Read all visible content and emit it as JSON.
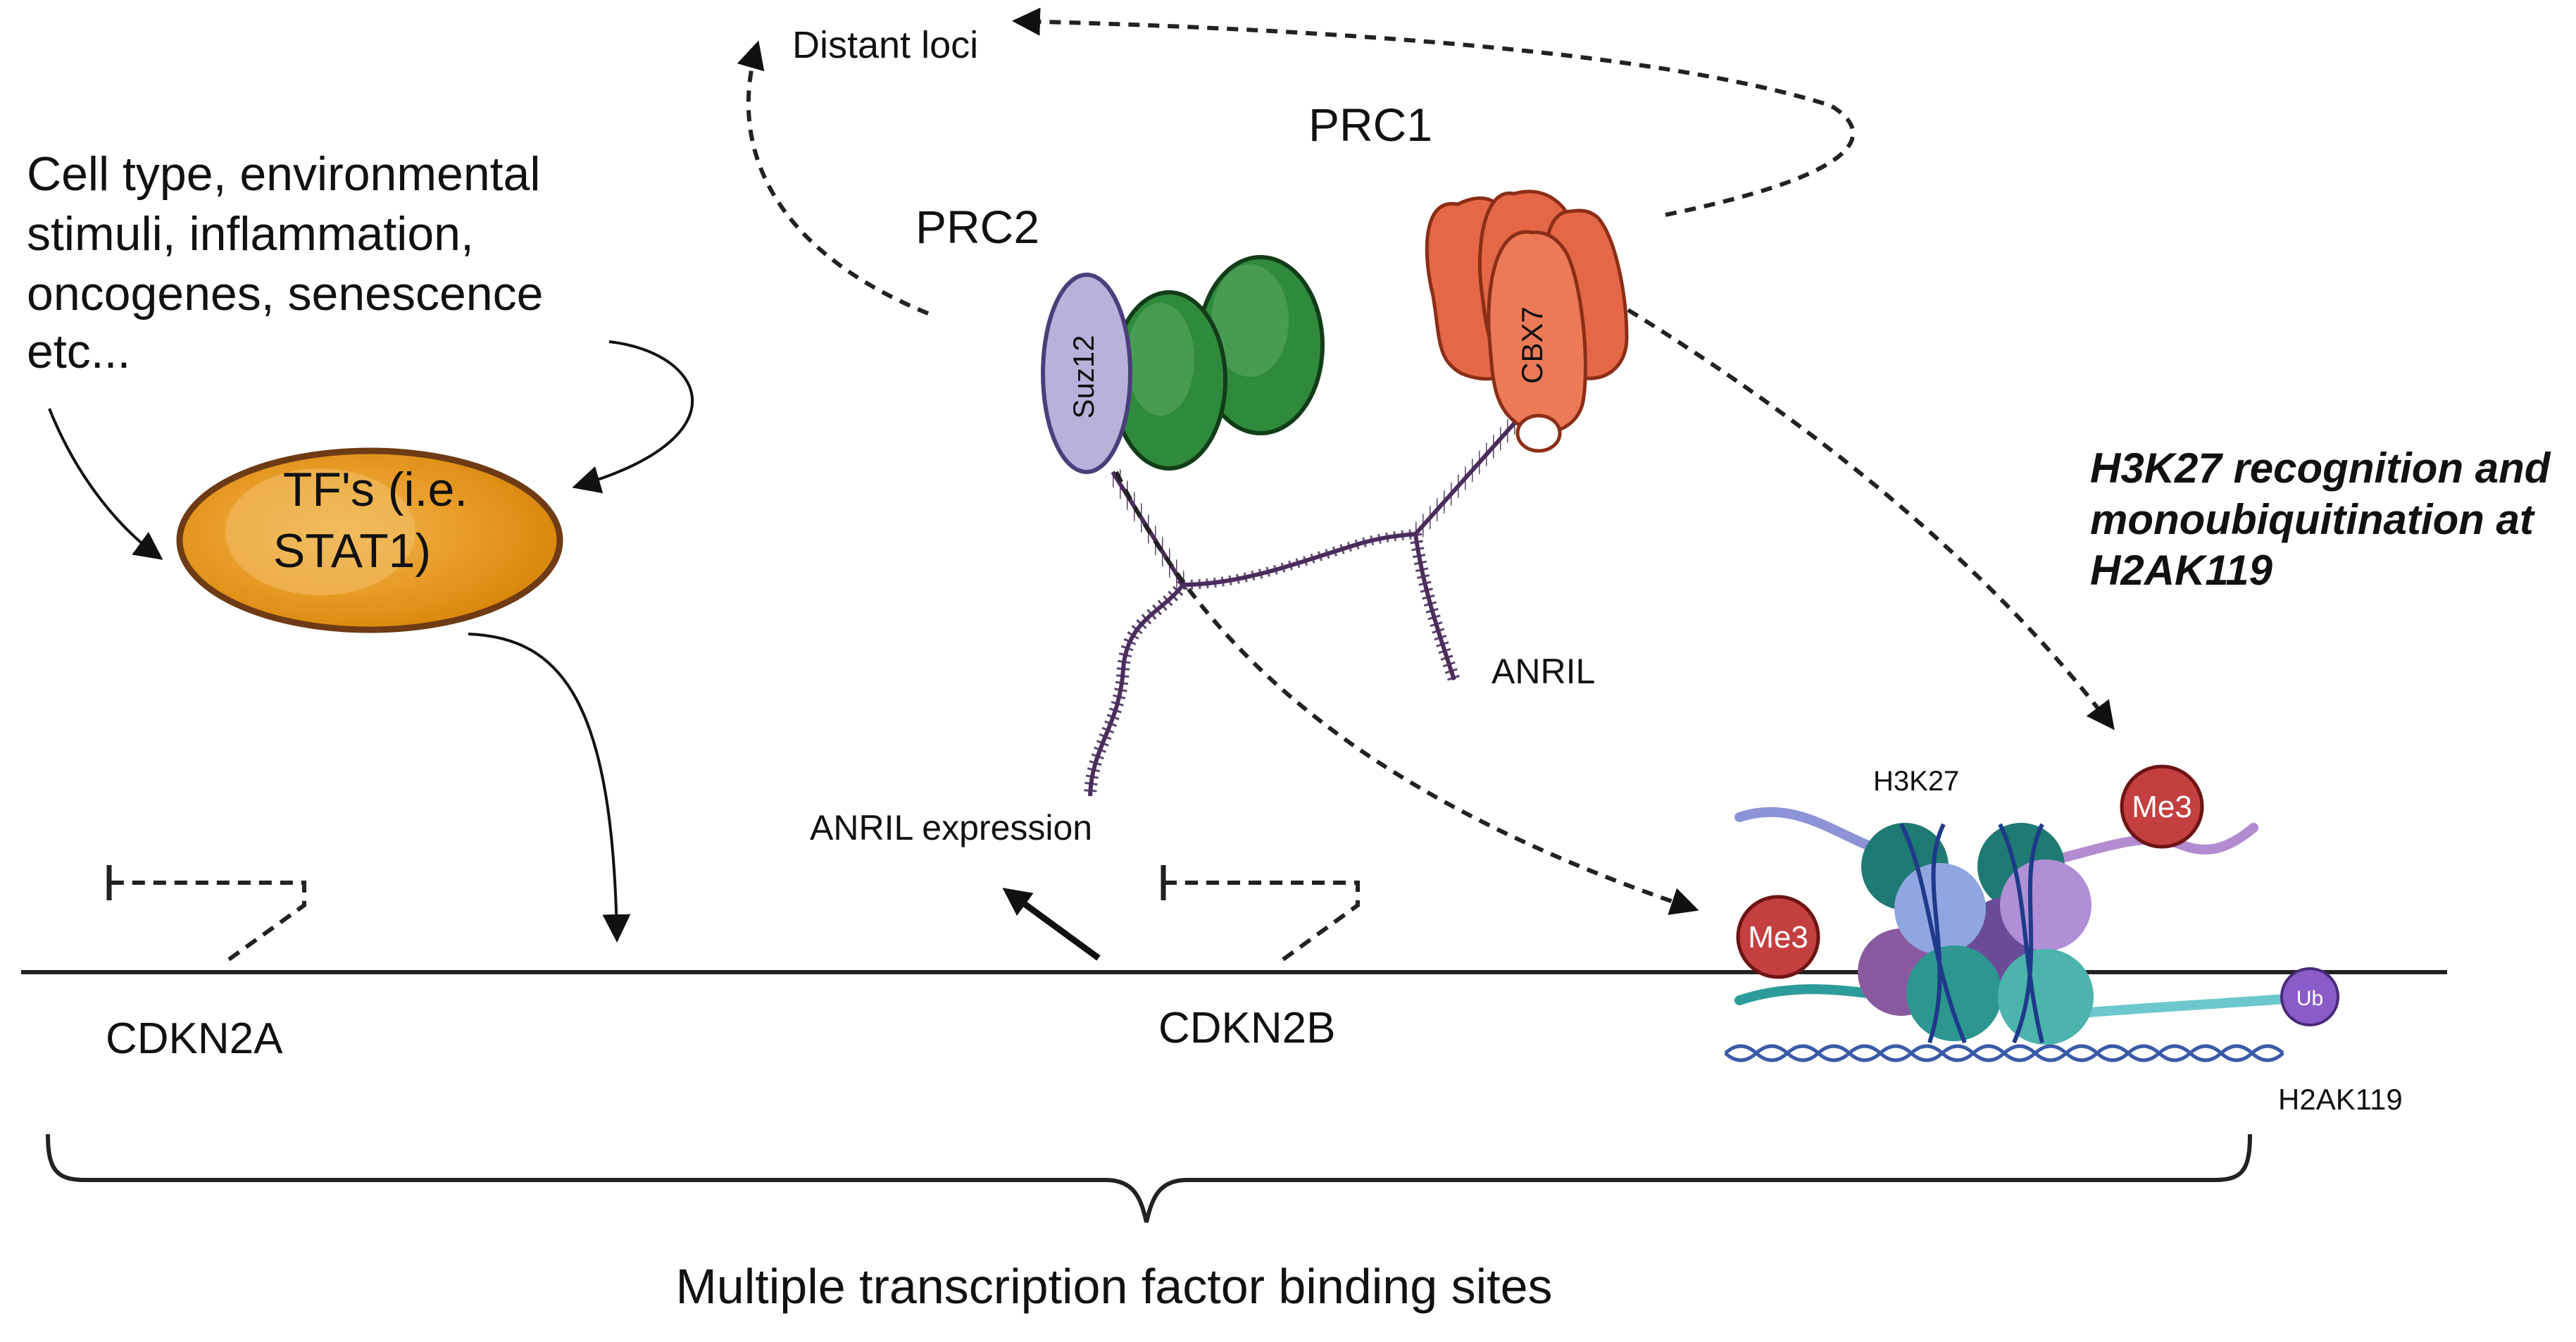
{
  "labels": {
    "distant_loci": "Distant loci",
    "prc1": "PRC1",
    "prc2": "PRC2",
    "stimuli_lines": [
      "Cell type, environmental",
      "stimuli, inflammation,",
      "oncogenes, senescence",
      "etc..."
    ],
    "tf_lines": [
      "TF's (i.e.",
      "STAT1)"
    ],
    "suz12": "Suz12",
    "cbx7": "CBX7",
    "anril": "ANRIL",
    "anril_expression": "ANRIL expression",
    "h3k27_lines": [
      "H3K27 recognition and",
      "monoubiquitination at",
      "H2AK119"
    ],
    "h3k27": "H3K27",
    "me3_left": "Me3",
    "me3_right": "Me3",
    "ub": "Ub",
    "h2ak119": "H2AK119",
    "cdkn2a": "CDKN2A",
    "cdkn2b": "CDKN2B",
    "binding_sites": "Multiple transcription factor binding sites"
  },
  "colors": {
    "tf_orange": "#dd8a0c",
    "tf_outline": "#6e3b15",
    "suz12_lavender": "#b8b2db",
    "prc2_green": "#2f8a3c",
    "cbx7_red": "#e46848",
    "rna_purple": "#4a2d5c",
    "me3_red": "#c43f3f",
    "ub_purple": "#8a5cc7",
    "histone_teal": "#2b8f8c",
    "histone_blue": "#7f9bd8",
    "histone_violet": "#a585c8"
  }
}
